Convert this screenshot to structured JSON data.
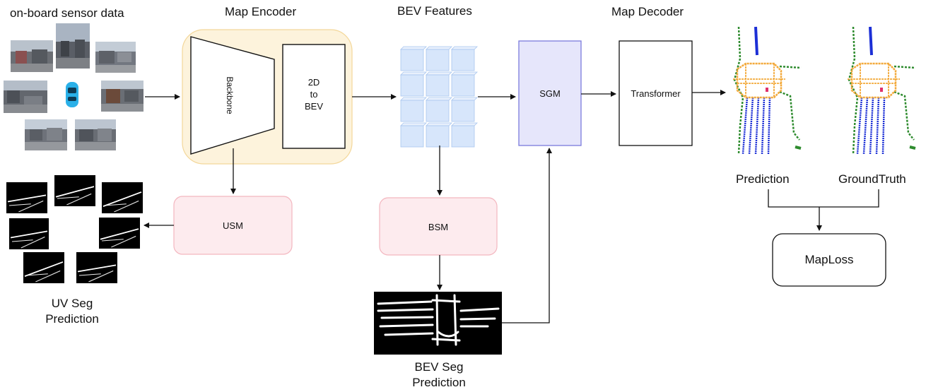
{
  "labels": {
    "sensor_title": "on-board sensor data",
    "map_encoder": "Map Encoder",
    "bev_features": "BEV Features",
    "map_decoder": "Map Decoder",
    "backbone": "Backbone",
    "two_d_to_bev_line1": "2D",
    "two_d_to_bev_line2": "to",
    "two_d_to_bev_line3": "BEV",
    "sgm": "SGM",
    "transformer": "Transformer",
    "usm": "USM",
    "bsm": "BSM",
    "prediction": "Prediction",
    "ground_truth": "GroundTruth",
    "maploss": "MapLoss",
    "uv_seg_line1": "UV Seg",
    "uv_seg_line2": "Prediction",
    "bev_seg_line1": "BEV Seg",
    "bev_seg_line2": "Prediction"
  },
  "colors": {
    "encoder_fill": "#fdf3dc",
    "encoder_stroke": "#f3d79a",
    "module_fill": "#fdebee",
    "module_stroke": "#f3b6bf",
    "sgm_fill": "#e6e6fb",
    "sgm_stroke": "#7b7bdc",
    "bev_cube": "#d7e6fb",
    "bev_cube_stroke": "#a9c6ef",
    "map_orange": "#f3a93a",
    "map_green": "#2e8b2e",
    "map_blue": "#1c2fd6",
    "arrow": "#111111"
  }
}
